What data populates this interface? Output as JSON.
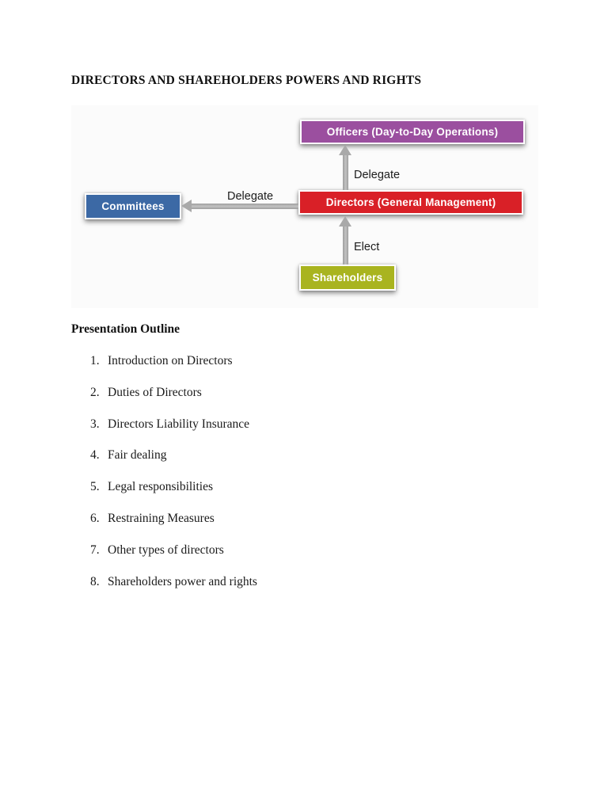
{
  "page": {
    "title": "DIRECTORS AND SHAREHOLDERS POWERS AND RIGHTS"
  },
  "diagram": {
    "boxes": {
      "officers": {
        "label": "Officers (Day-to-Day Operations)",
        "color": "#9b4f9f"
      },
      "directors": {
        "label": "Directors (General Management)",
        "color": "#d92027"
      },
      "committees": {
        "label": "Committees",
        "color": "#3c69a5"
      },
      "shareholders": {
        "label": "Shareholders",
        "color": "#a9b41f"
      }
    },
    "arrow_labels": {
      "delegate_to_officers": "Delegate",
      "delegate_to_committees": "Delegate",
      "elect": "Elect"
    },
    "arrow_color": "#a9a9a9"
  },
  "outline": {
    "heading": "Presentation Outline",
    "items": [
      {
        "number": "1.",
        "text": "Introduction on Directors"
      },
      {
        "number": "2.",
        "text": "Duties of Directors"
      },
      {
        "number": "3.",
        "text": "Directors Liability Insurance"
      },
      {
        "number": "4.",
        "text": "Fair dealing"
      },
      {
        "number": "5.",
        "text": "Legal responsibilities"
      },
      {
        "number": "6.",
        "text": "Restraining Measures"
      },
      {
        "number": "7.",
        "text": "Other types of directors"
      },
      {
        "number": "8.",
        "text": "Shareholders power and rights"
      }
    ]
  }
}
